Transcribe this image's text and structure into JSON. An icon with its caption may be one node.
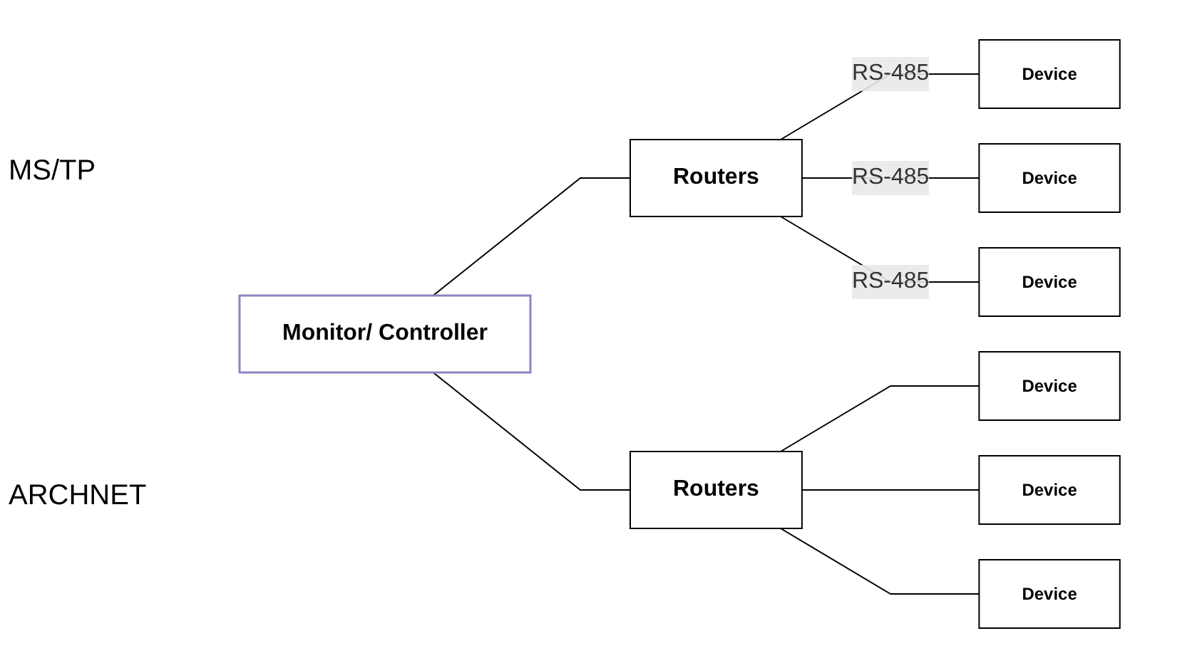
{
  "diagram": {
    "nodes": [
      {
        "text": [
          "Monitor/ Controller"
        ]
      },
      {
        "text": [
          "Routers"
        ]
      },
      {
        "text": [
          "Routers"
        ]
      },
      {
        "text": [
          "Device"
        ]
      },
      {
        "text": [
          "Device"
        ]
      },
      {
        "text": [
          "Device"
        ]
      },
      {
        "text": [
          "Device"
        ]
      },
      {
        "text": [
          "Device"
        ]
      },
      {
        "text": [
          "Device"
        ]
      }
    ],
    "edges": [
      {
        "from": 0,
        "to": 1,
        "arrow": "none"
      },
      {
        "from": 0,
        "to": 2,
        "arrow": "none"
      },
      {
        "from": 1,
        "to": 3,
        "arrow": "none",
        "label": "RS-485"
      },
      {
        "from": 1,
        "to": 4,
        "arrow": "none",
        "label": "RS-485"
      },
      {
        "from": 1,
        "to": 5,
        "arrow": "none",
        "label": "RS-485"
      },
      {
        "from": 2,
        "to": 6,
        "arrow": "none"
      },
      {
        "from": 2,
        "to": 7,
        "arrow": "none"
      },
      {
        "from": 2,
        "to": 8,
        "arrow": "none"
      }
    ],
    "labels": [
      "MS/TP",
      "ARCHNET"
    ]
  }
}
